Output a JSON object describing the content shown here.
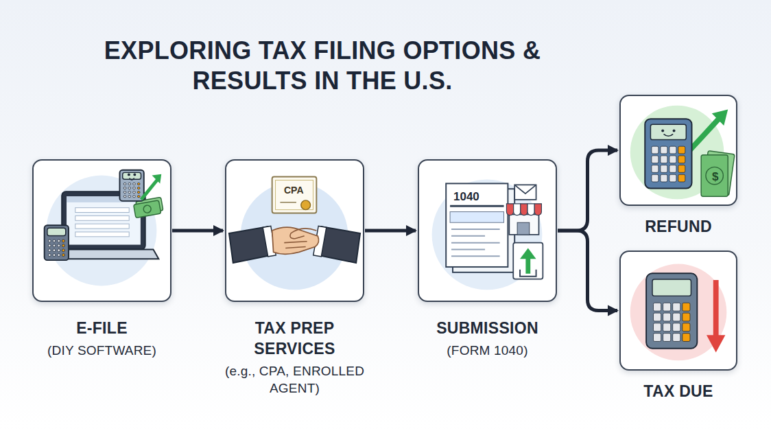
{
  "diagram": {
    "title": "EXPLORING TAX FILING OPTIONS & RESULTS IN THE U.S.",
    "nodes": [
      {
        "text": [
          "E-FILE",
          "(DIY SOFTWARE)"
        ]
      },
      {
        "text": [
          "TAX PREP SERVICES",
          "(e.g., CPA, ENROLLED AGENT)"
        ]
      },
      {
        "text": [
          "SUBMISSION",
          "(FORM 1040)"
        ]
      },
      {
        "text": [
          "REFUND"
        ]
      },
      {
        "text": [
          "TAX DUE"
        ]
      }
    ],
    "edges": [
      {
        "from": 0,
        "to": 1,
        "arrow": "to"
      },
      {
        "from": 1,
        "to": 2,
        "arrow": "to"
      },
      {
        "from": 2,
        "to": 3,
        "arrow": "to"
      },
      {
        "from": 2,
        "to": 4,
        "arrow": "to"
      }
    ],
    "labels": [
      "CPA",
      "1040",
      "$"
    ]
  }
}
